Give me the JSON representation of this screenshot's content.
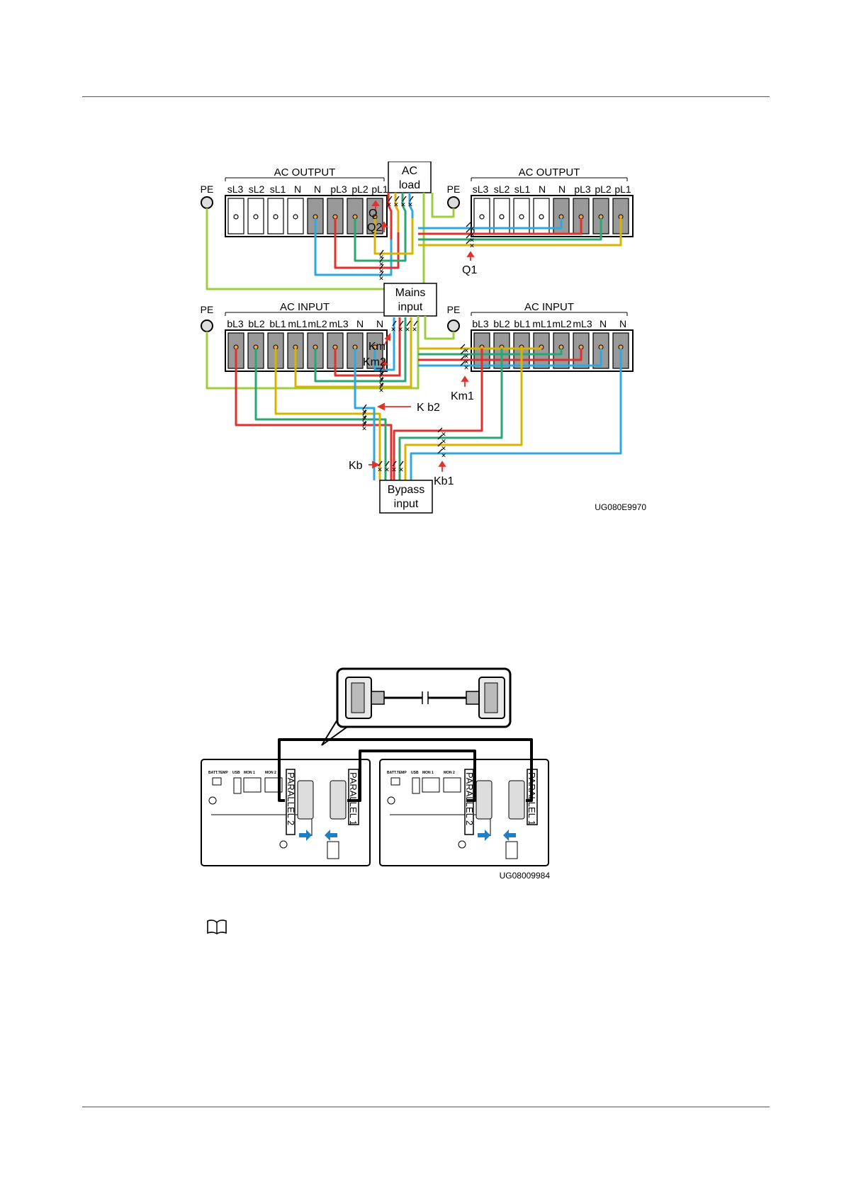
{
  "wiring": {
    "top_left_output_title": "AC OUTPUT",
    "top_right_output_title": "AC OUTPUT",
    "output_terminals": [
      "PE",
      "sL3",
      "sL2",
      "sL1",
      "N",
      "N",
      "pL3",
      "pL2",
      "pL1"
    ],
    "ac_load": [
      "AC",
      "load"
    ],
    "bottom_left_input_title": "AC INPUT",
    "bottom_right_input_title": "AC INPUT",
    "input_terminals": [
      "PE",
      "bL3",
      "bL2",
      "bL1",
      "mL1",
      "mL2",
      "mL3",
      "N",
      "N"
    ],
    "mains_input": [
      "Mains",
      "input"
    ],
    "bypass_input": [
      "Bypass",
      "input"
    ],
    "switches": {
      "q": "Q",
      "q1": "Q1",
      "q2": "Q2",
      "km": "Km",
      "km1": "Km1",
      "km2": "Km2",
      "kb": "Kb",
      "kb1": "Kb1",
      "kb2": "K b2"
    },
    "figure_code": "UG080E9970",
    "wire_colors": {
      "pe": "#9ccf3c",
      "red": "#e0322c",
      "blue": "#2ea8e0",
      "green": "#2aa672",
      "yellow": "#d8b400"
    }
  },
  "parallel": {
    "ports": {
      "batt_temp": "BATT.TEMP",
      "usb": "USB",
      "mon1": "MON 1",
      "mon2": "MON 2",
      "parallel2": "PARALLEL 2",
      "parallel1": "PARALLEL 1"
    },
    "figure_code": "UG08009984"
  },
  "note_icon": "book-icon"
}
